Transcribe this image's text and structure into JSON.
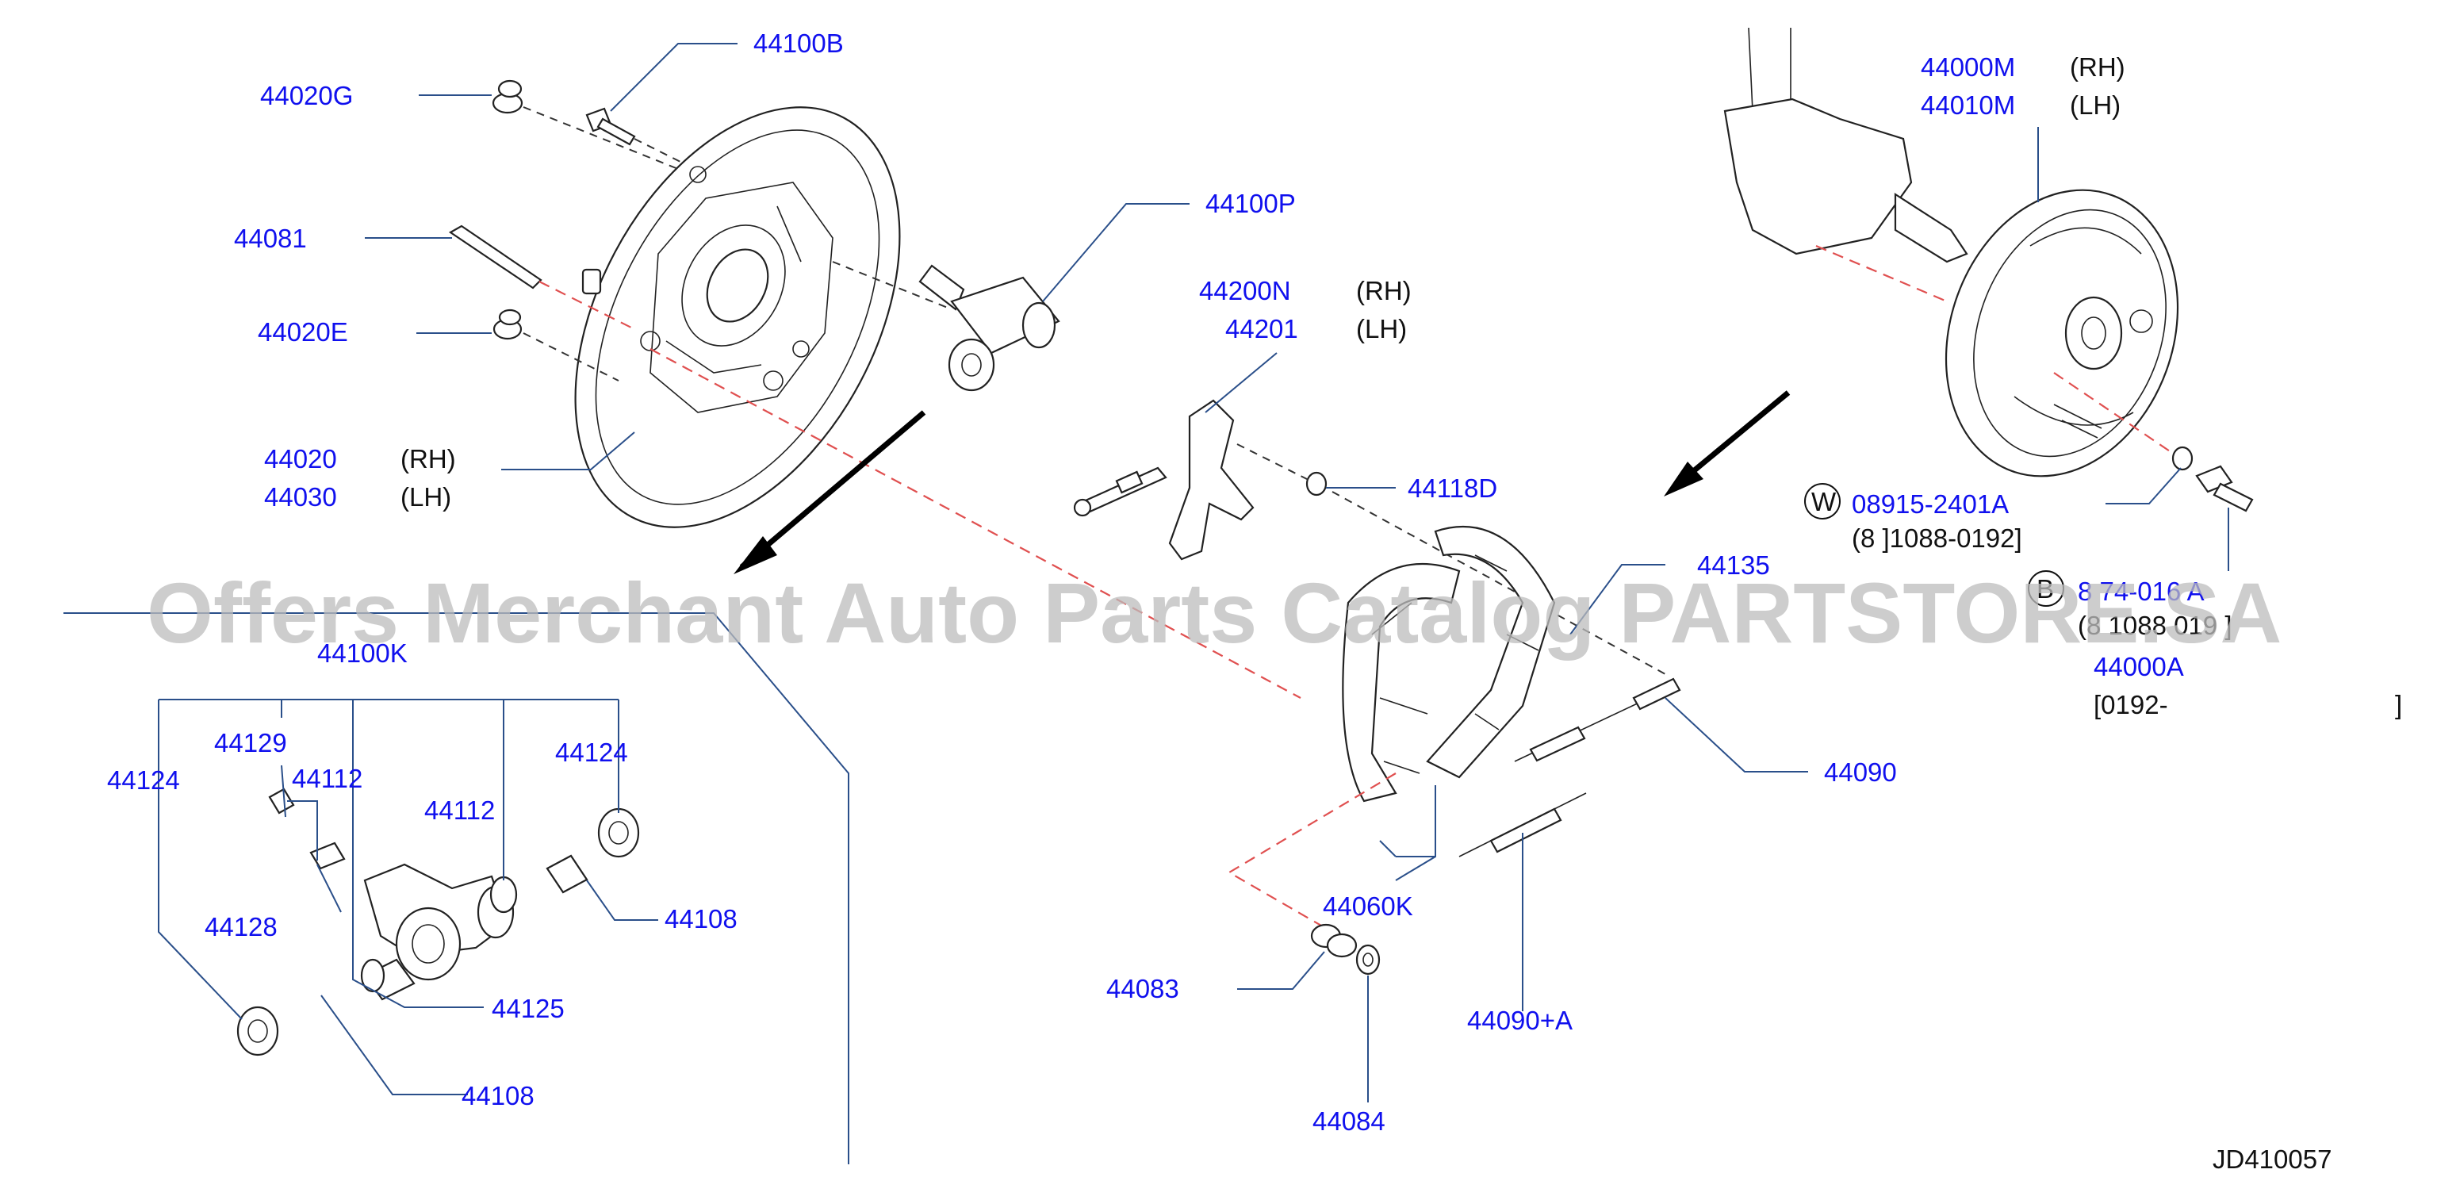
{
  "colors": {
    "label": "#1010ee",
    "text": "#111111",
    "leader": "#2a4f8a",
    "red_dash": "#e05050",
    "watermark": "#bdbdbd"
  },
  "watermark": "Offers Merchant Auto Parts Catalog PARTSTORE.SA",
  "diagram_id": "JD410057",
  "labels": {
    "p44100B": "44100B",
    "p44020G": "44020G",
    "p44081": "44081",
    "p44020E": "44020E",
    "p44020": "44020",
    "p44030": "44030",
    "p44100P": "44100P",
    "p44200N": "44200N",
    "p44201": "44201",
    "p44118D": "44118D",
    "p44000M": "44000M",
    "p44010M": "44010M",
    "p08915": "08915-2401A",
    "p08915_range": "(8  ]1088-0192]",
    "p44135": "44135",
    "p08b": "8  74-016  A",
    "p08b_range": "(8    1088 019 ]",
    "p44000A": "44000A",
    "p44000A_range_start": "[0192-",
    "p44000A_range_end": "]",
    "p44100K": "44100K",
    "p44129": "44129",
    "p44124_left": "44124",
    "p44112_a": "44112",
    "p44112_b": "44112",
    "p44124_right": "44124",
    "p44128": "44128",
    "p44108_a": "44108",
    "p44125": "44125",
    "p44108_b": "44108",
    "p44090": "44090",
    "p44060K": "44060K",
    "p44083": "44083",
    "p44084": "44084",
    "p44090A": "44090+A"
  },
  "side_tags": {
    "rh": "(RH)",
    "lh": "(LH)"
  },
  "circle_letters": {
    "w": "W",
    "b": "B"
  }
}
